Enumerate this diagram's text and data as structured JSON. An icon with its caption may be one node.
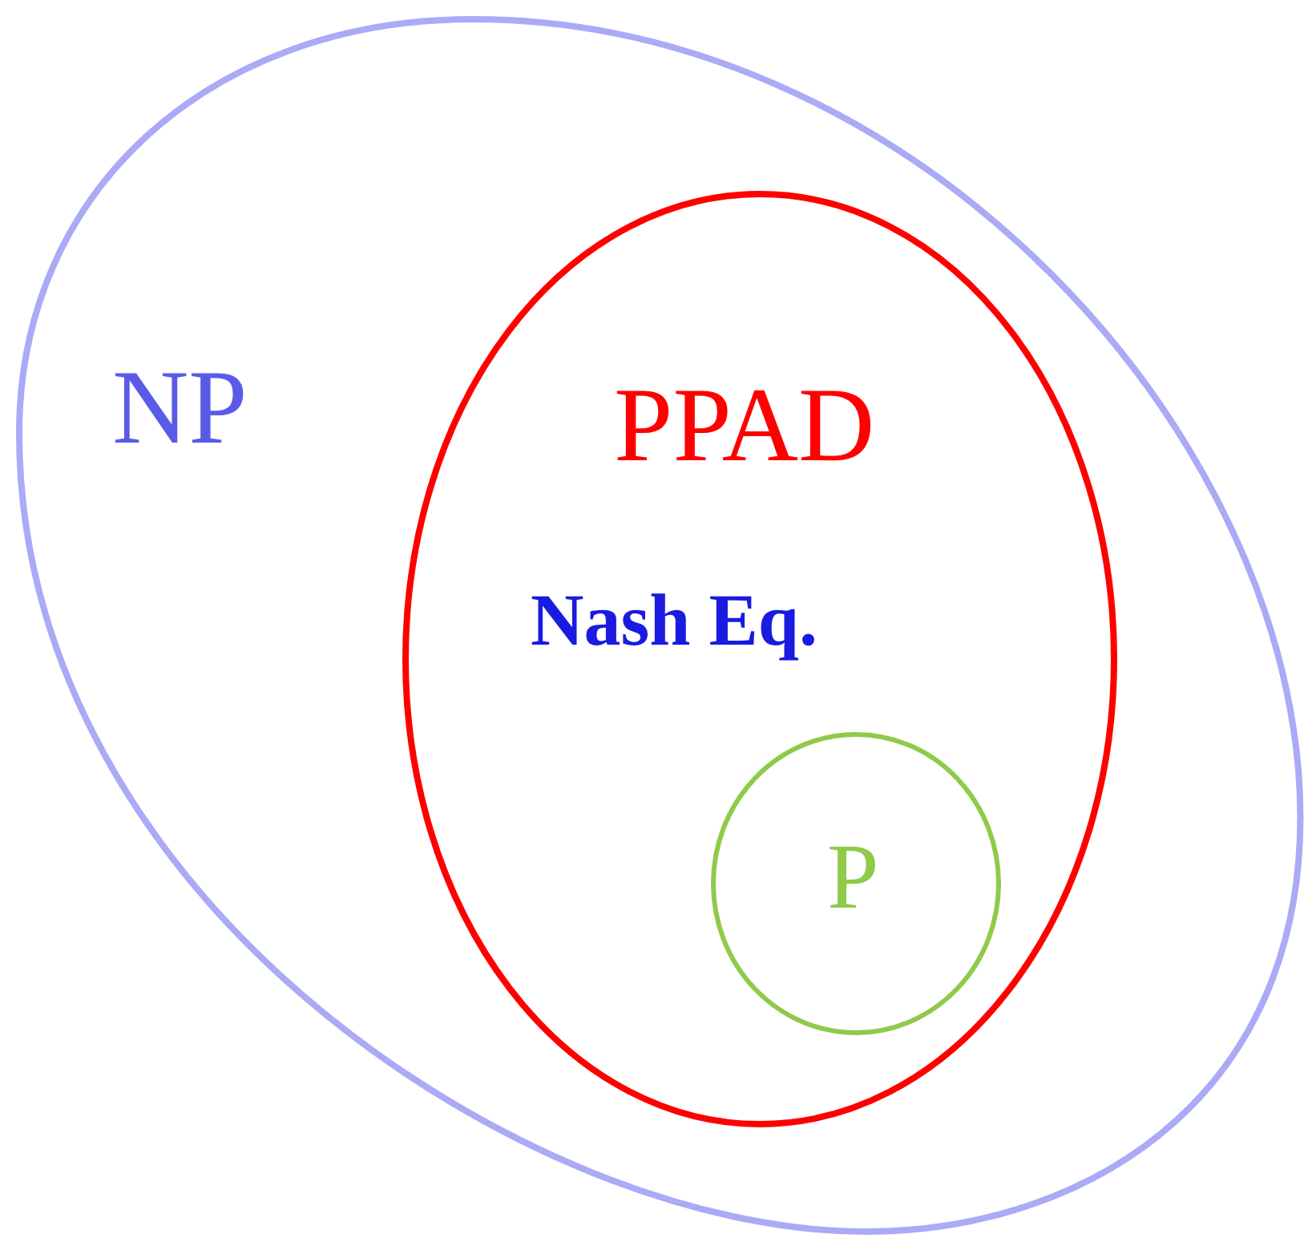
{
  "diagram": {
    "nodes": [
      {
        "text": [
          "NP"
        ]
      },
      {
        "text": [
          "PPAD"
        ],
        "in": 0
      },
      {
        "text": [
          "P"
        ],
        "in": 1
      }
    ],
    "labels": [
      "Nash Eq."
    ]
  }
}
